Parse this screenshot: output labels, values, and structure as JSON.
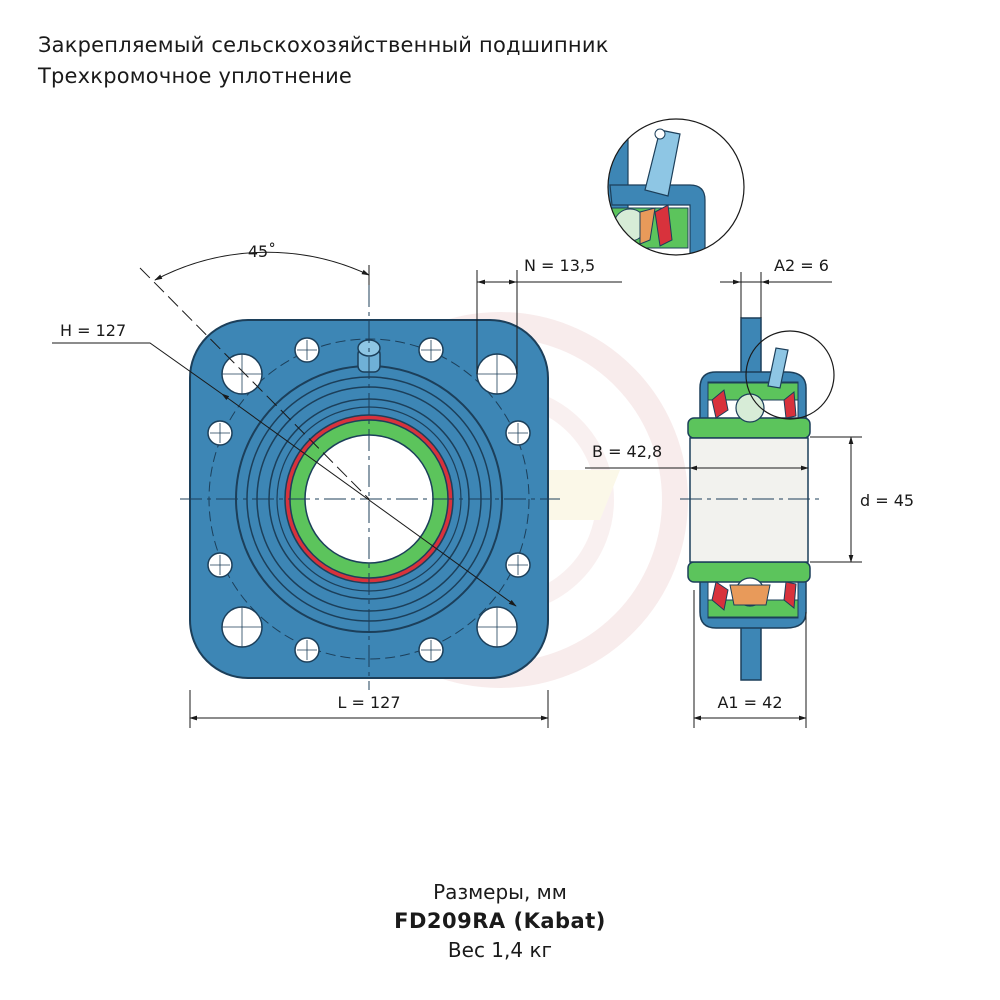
{
  "header": {
    "title_line1": "Закрепляемый сельскохозяйственный подшипник",
    "title_line2": "Трехкромочное уплотнение"
  },
  "dimensions": {
    "angle": "45˚",
    "H": "H = 127",
    "N": "N = 13,5",
    "A2": "A2 = 6",
    "B": "B = 42,8",
    "d": "d = 45",
    "L": "L = 127",
    "A1": "A1 = 42"
  },
  "footer": {
    "units": "Размеры, мм",
    "model": "FD209RA (Kabat)",
    "weight": "Вес 1,4 кг"
  },
  "colors": {
    "housing_blue": "#3d86b5",
    "outline_dark": "#1c3f5a",
    "seal_green": "#5cc45c",
    "seal_red": "#d8323c",
    "bore_white": "#ffffff",
    "ball_orange": "#e89a5a",
    "watermark": "#f3dede"
  }
}
